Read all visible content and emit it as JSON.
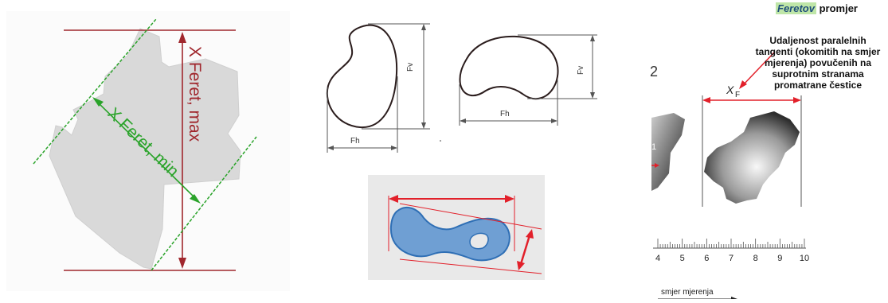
{
  "left_panel": {
    "max_label": "X Feret, max",
    "min_label": "X Feret, min",
    "colors": {
      "max": "#a0272d",
      "min": "#2aa32a",
      "shape": "#d9d9d9"
    }
  },
  "middle_top": {
    "vertical_label_1": "Fv",
    "horizontal_label_1": "Fh",
    "vertical_label_2": "Fv",
    "horizontal_label_2": "Fh"
  },
  "middle_bottom": {
    "colors": {
      "shape": "#6f9fd3",
      "outline": "#2f6fb5",
      "arrows": "#e2202a"
    }
  },
  "right_panel": {
    "title_word": "Feretov",
    "title_rest": " promjer",
    "description": "Udaljenost paralelnih tangenti (okomitih na smjer mjerenja) povučenih na suprotnim stranama promatrane čestice",
    "xf_label": "X",
    "xf_sub": "F",
    "partial_label": "2",
    "side_label": "1",
    "scale_ticks": [
      "4",
      "5",
      "6",
      "7",
      "8",
      "9",
      "10"
    ],
    "direction_label": "smjer mjerenja"
  }
}
